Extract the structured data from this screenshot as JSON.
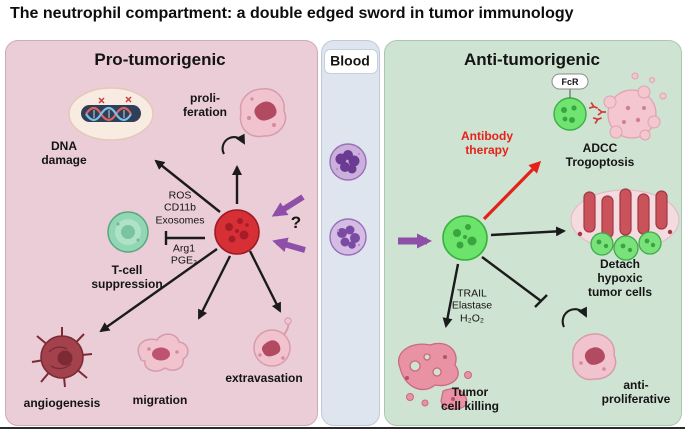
{
  "title": "The neutrophil compartment: a double edged sword in tumor immunology",
  "colors": {
    "red_accent": "#e3221b",
    "purple_accent": "#8d4fa8",
    "pro_panel_bg": "#eacdd6",
    "blood_panel_bg": "#dfe5ee",
    "anti_panel_bg": "#cfe3d2"
  },
  "pro_panel": {
    "title": "Pro-tumorigenic",
    "proliferation_label": "proli-\nferation",
    "dna_damage_label": "DNA\ndamage",
    "mediators_upper": "ROS\nCD11b\nExosomes",
    "mediators_lower": "Arg1\nPGE₂",
    "tcell_label": "T-cell\nsuppression",
    "angiogenesis_label": "angiogenesis",
    "migration_label": "migration",
    "extravasation_label": "extravasation",
    "question_mark": "?"
  },
  "blood_panel": {
    "title": "Blood"
  },
  "anti_panel": {
    "title": "Anti-tumorigenic",
    "antibody_therapy_label": "Antibody\ntherapy",
    "adcc_label": "ADCC\nTrogoptosis",
    "fcr_label": "FcR",
    "detach_label": "Detach hypoxic\ntumor cells",
    "mediators": "TRAIL\nElastase\nH₂O₂",
    "tumor_killing_label": "Tumor\ncell killing",
    "anti_proliferative_label": "anti-\nproliferative"
  }
}
